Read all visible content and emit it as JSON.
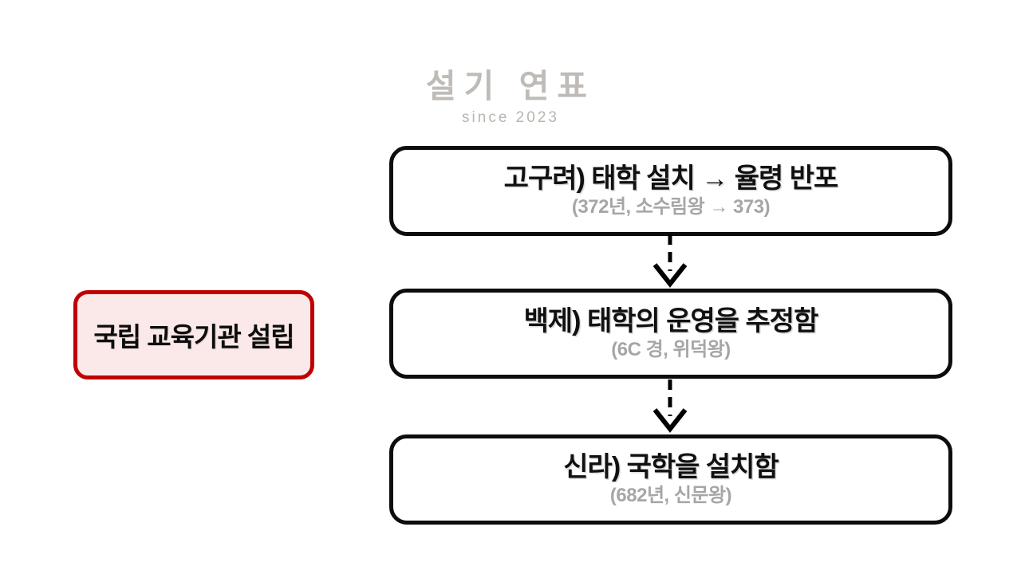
{
  "watermark": {
    "title": "설기 연표",
    "subtitle": "since 2023",
    "color": "#b4b0ab"
  },
  "side_label": {
    "text": "국립 교육기관 설립",
    "border_color": "#C00000",
    "background_color": "#FBE9E9",
    "text_color": "#0d0d0d"
  },
  "flow": {
    "box_border_color": "#0d0d0d",
    "title_color": "#111111",
    "subtitle_color": "#a6a6a6",
    "arrow_color": "#000000",
    "arrow_style": "dashed-down",
    "boxes": [
      {
        "title": "고구려) 태학 설치 → 율령 반포",
        "subtitle": "(372년, 소수림왕 → 373)"
      },
      {
        "title": "백제) 태학의 운영을 추정함",
        "subtitle": "(6C 경, 위덕왕)"
      },
      {
        "title": "신라) 국학을 설치함",
        "subtitle": "(682년, 신문왕)"
      }
    ]
  }
}
